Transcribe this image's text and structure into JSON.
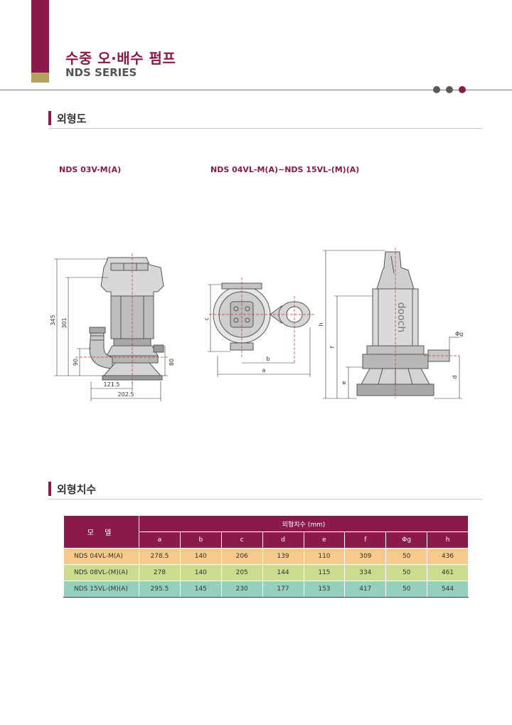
{
  "header": {
    "title_ko": "수중 오·배수 펌프",
    "title_en": "NDS SERIES"
  },
  "sections": {
    "outline": "외형도",
    "dimensions": "외형치수"
  },
  "drawings": {
    "left": {
      "model": "NDS 03V-M(A)",
      "dims": {
        "h_total": "345",
        "h_body": "301",
        "h_outlet": "90",
        "h_base": "80",
        "w_outlet": "121.5",
        "w_total": "202.5"
      }
    },
    "right": {
      "model": "NDS 04VL-M(A)~NDS 15VL-(M)(A)",
      "dims": {
        "a": "a",
        "b": "b",
        "c": "c",
        "d": "d",
        "e": "e",
        "f": "f",
        "g": "Φg",
        "h": "h"
      },
      "brand": "dooch"
    }
  },
  "table": {
    "model_header": "모 델",
    "group_header": "외형치수 (mm)",
    "columns": [
      "a",
      "b",
      "c",
      "d",
      "e",
      "f",
      "Φg",
      "h"
    ],
    "rows": [
      {
        "model": "NDS 04VL-M(A)",
        "values": [
          "278.5",
          "140",
          "206",
          "139",
          "110",
          "309",
          "50",
          "436"
        ]
      },
      {
        "model": "NDS 08VL-(M)(A)",
        "values": [
          "278",
          "140",
          "205",
          "144",
          "115",
          "334",
          "50",
          "461"
        ]
      },
      {
        "model": "NDS 15VL-(M)(A)",
        "values": [
          "295.5",
          "145",
          "230",
          "177",
          "153",
          "417",
          "50",
          "544"
        ]
      }
    ]
  },
  "colors": {
    "brand": "#8a1a4a",
    "gold": "#b3a262",
    "row_1": "#f7c98a",
    "row_2": "#cbdc8f",
    "row_3": "#93d1be"
  }
}
